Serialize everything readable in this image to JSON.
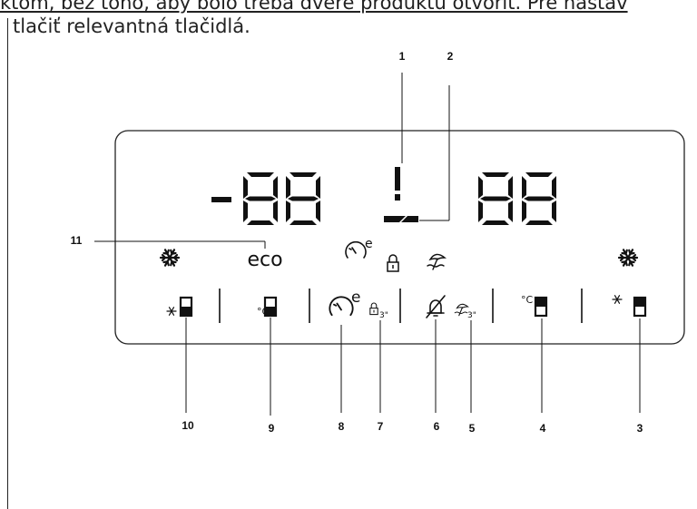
{
  "header": {
    "line1": "ktom, bez toho, aby bolo treba dvere produktu otvoriť. Pre nastav",
    "line2": "tlačiť relevantná tlačidlá."
  },
  "display": {
    "left_digits": "-88",
    "right_digits": "88",
    "eco_label": "eco",
    "lock_timer": "3\"",
    "vacation_timer": "3\"",
    "deg_c": "°C"
  },
  "callouts": [
    "1",
    "2",
    "3",
    "4",
    "5",
    "6",
    "7",
    "8",
    "9",
    "10",
    "11"
  ],
  "icons": [
    "snowflake-icon",
    "eco-indicator",
    "eco-mode-icon",
    "lock-icon",
    "vacation-icon",
    "alarm-off-icon",
    "thermometer-icon",
    "alert-icon"
  ]
}
